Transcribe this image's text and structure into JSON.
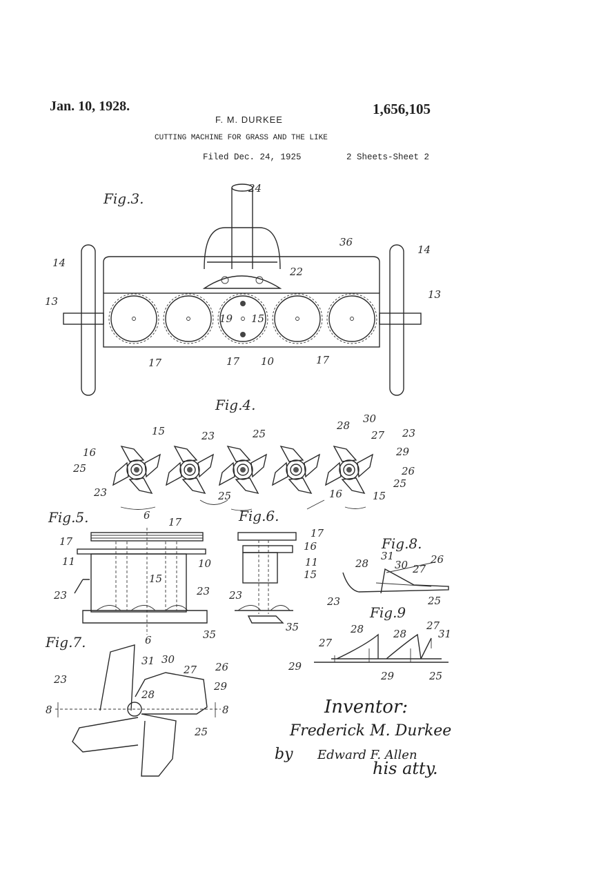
{
  "header": {
    "date": "Jan. 10, 1928.",
    "inventor": "F. M. DURKEE",
    "patent_number": "1,656,105",
    "title": "CUTTING MACHINE FOR GRASS AND THE LIKE",
    "filed": "Filed Dec. 24, 1925",
    "sheets": "2 Sheets-Sheet 2"
  },
  "figures": {
    "fig3": "Fig.3.",
    "fig4": "Fig.4.",
    "fig5": "Fig.5.",
    "fig6": "Fig.6.",
    "fig7": "Fig.7.",
    "fig8": "Fig.8.",
    "fig9": "Fig.9"
  },
  "ref": {
    "n6": "6",
    "n8": "8",
    "n10": "10",
    "n11": "11",
    "n13": "13",
    "n14": "14",
    "n15": "15",
    "n16": "16",
    "n17": "17",
    "n19": "19",
    "n22": "22",
    "n23": "23",
    "n24": "24",
    "n25": "25",
    "n26": "26",
    "n27": "27",
    "n28": "28",
    "n29": "29",
    "n30": "30",
    "n31": "31",
    "n35": "35",
    "n36": "36"
  },
  "signature": {
    "title": "Inventor:",
    "name": "Frederick M. Durkee",
    "by": "by",
    "attorney": "Edward F. Allen",
    "attorney_role": "his atty."
  }
}
